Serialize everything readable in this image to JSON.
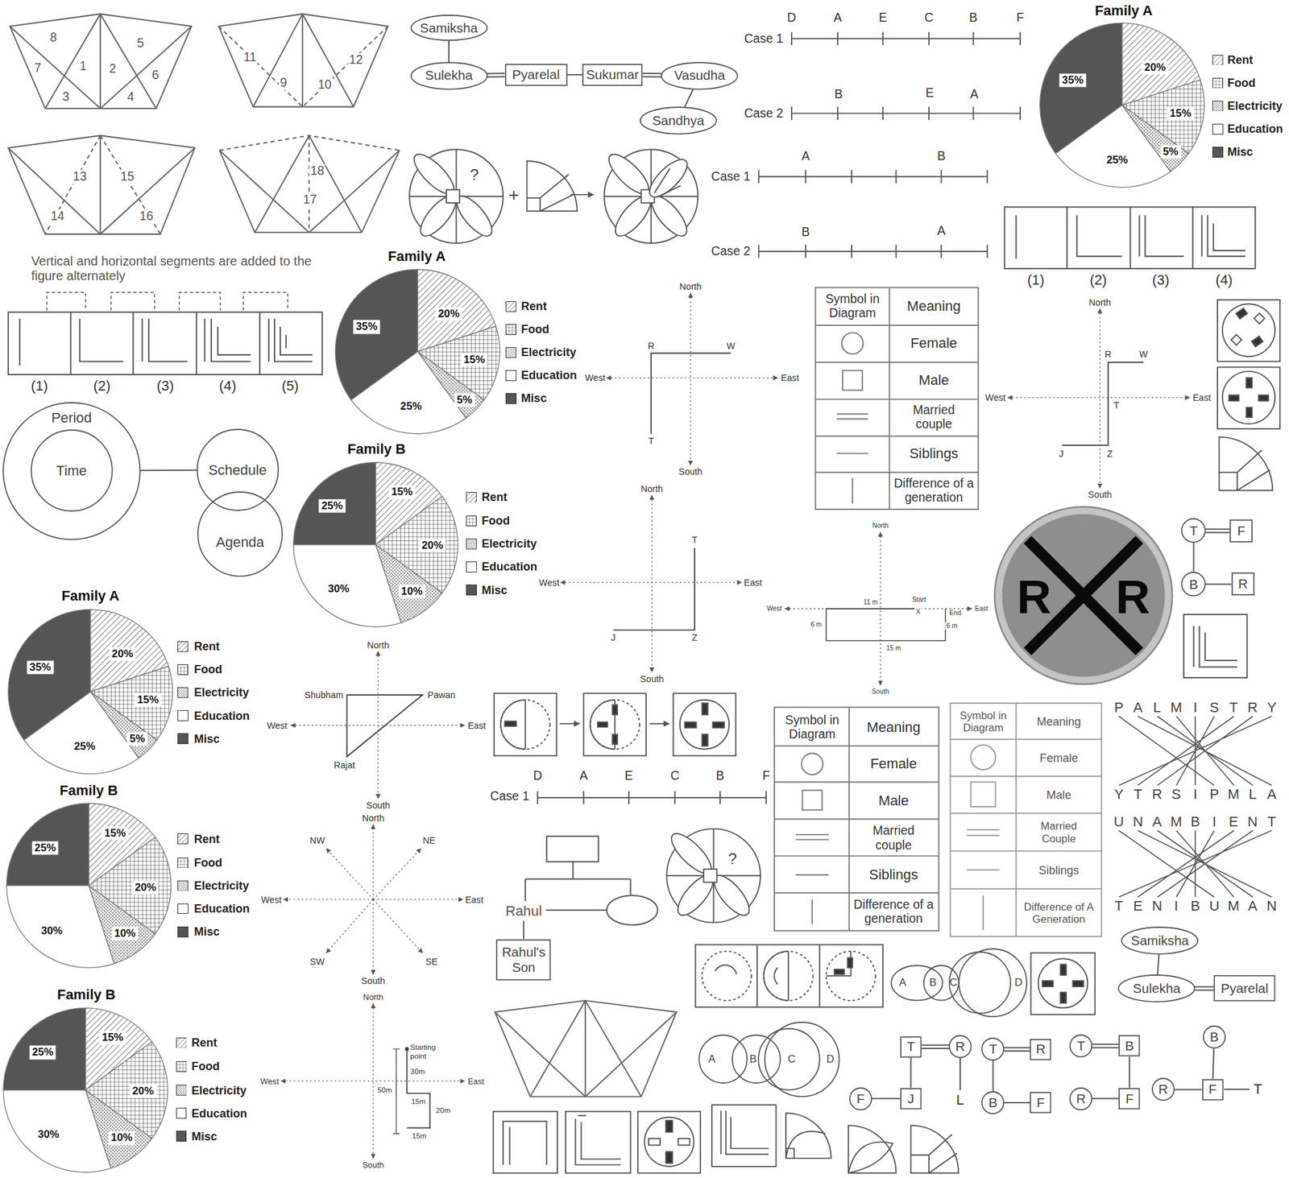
{
  "diagram": {
    "nodes": [
      {
        "text": [
          "Samiksha"
        ]
      },
      {
        "text": [
          "Sulekha"
        ]
      },
      {
        "text": [
          "Pyarelal"
        ]
      },
      {
        "text": [
          "Sukumar"
        ]
      },
      {
        "text": [
          "Vasudha"
        ]
      },
      {
        "text": [
          "Sandhya"
        ]
      },
      {
        "text": [
          "Period"
        ]
      },
      {
        "text": [
          "Time"
        ],
        "in": 6
      },
      {
        "text": [
          "Schedule"
        ]
      },
      {
        "text": [
          "Agenda"
        ]
      },
      {
        "text": [
          "T"
        ]
      },
      {
        "text": [
          "F"
        ]
      },
      {
        "text": [
          "B"
        ]
      },
      {
        "text": [
          "R"
        ]
      },
      {
        "text": [
          "Rahul's Son"
        ]
      },
      {
        "text": [
          "A"
        ]
      },
      {
        "text": [
          "B"
        ]
      },
      {
        "text": [
          "C"
        ]
      },
      {
        "text": [
          "D"
        ]
      },
      {
        "text": [
          "A"
        ]
      },
      {
        "text": [
          "B"
        ]
      },
      {
        "text": [
          "C"
        ]
      },
      {
        "text": [
          "D"
        ]
      },
      {
        "text": [
          "T"
        ]
      },
      {
        "text": [
          "R"
        ]
      },
      {
        "text": [
          "F"
        ]
      },
      {
        "text": [
          "J"
        ]
      },
      {
        "text": [
          "T"
        ]
      },
      {
        "text": [
          "R"
        ]
      },
      {
        "text": [
          "B"
        ]
      },
      {
        "text": [
          "F"
        ]
      },
      {
        "text": [
          "T"
        ]
      },
      {
        "text": [
          "B"
        ]
      },
      {
        "text": [
          "R"
        ]
      },
      {
        "text": [
          "F"
        ]
      },
      {
        "text": [
          "B"
        ]
      },
      {
        "text": [
          "R"
        ]
      },
      {
        "text": [
          "F"
        ]
      },
      {
        "text": [
          "Samiksha"
        ]
      },
      {
        "text": [
          "Sulekha"
        ]
      },
      {
        "text": [
          "Pyarelal"
        ]
      }
    ],
    "edges": [
      {
        "from": 0,
        "to": 1,
        "arrow": "none"
      },
      {
        "from": 1,
        "to": 2,
        "arrow": "none"
      },
      {
        "from": 2,
        "to": 3,
        "arrow": "none"
      },
      {
        "from": 3,
        "to": 4,
        "arrow": "none"
      },
      {
        "from": 4,
        "to": 5,
        "arrow": "none"
      },
      {
        "from": 6,
        "to": 8,
        "arrow": "none"
      },
      {
        "from": 10,
        "to": 11,
        "arrow": "none"
      },
      {
        "from": 10,
        "to": 12,
        "arrow": "none"
      },
      {
        "from": 12,
        "to": 13,
        "arrow": "none"
      },
      {
        "from": 23,
        "to": 24,
        "arrow": "none"
      },
      {
        "from": 23,
        "to": 26,
        "arrow": "none"
      },
      {
        "from": 25,
        "to": 26,
        "arrow": "none"
      },
      {
        "from": 27,
        "to": 28,
        "arrow": "none"
      },
      {
        "from": 27,
        "to": 29,
        "arrow": "none"
      },
      {
        "from": 29,
        "to": 30,
        "arrow": "none"
      },
      {
        "from": 31,
        "to": 32,
        "arrow": "none"
      },
      {
        "from": 32,
        "to": 34,
        "arrow": "none"
      },
      {
        "from": 33,
        "to": 34,
        "arrow": "none"
      },
      {
        "from": 35,
        "to": 37,
        "arrow": "none"
      },
      {
        "from": 36,
        "to": 37,
        "arrow": "none"
      },
      {
        "from": 38,
        "to": 39,
        "arrow": "none"
      },
      {
        "from": 39,
        "to": 40,
        "arrow": "none"
      }
    ],
    "labels": [
      "8",
      "7",
      "1",
      "2",
      "3",
      "4",
      "5",
      "6",
      "11",
      "9",
      "10",
      "12",
      "13",
      "15",
      "14",
      "16",
      "18",
      "17",
      "?",
      "+",
      "Case 1",
      "D",
      "A",
      "E",
      "C",
      "B",
      "F",
      "Case 2",
      "B",
      "E",
      "A",
      "Case 1",
      "A",
      "B",
      "Case 2",
      "B",
      "A",
      "Family A",
      "20%",
      "15%",
      "5%",
      "25%",
      "35%",
      "(1)",
      "(2)",
      "(3)",
      "(4)",
      "Vertical and horizontal segments are added to the figure alternately",
      "(1)",
      "(2)",
      "(3)",
      "(4)",
      "(5)",
      "Family A",
      "20%",
      "15%",
      "5%",
      "25%",
      "35%",
      "Family B",
      "15%",
      "20%",
      "10%",
      "30%",
      "25%",
      "North",
      "South",
      "West",
      "East",
      "R",
      "W",
      "T",
      "North",
      "South",
      "West",
      "East",
      "T",
      "J",
      "Z",
      "North",
      "South",
      "West",
      "East",
      "R",
      "W",
      "T",
      "J",
      "Z",
      "North",
      "South",
      "West",
      "East",
      "11 m",
      "Start",
      "X",
      "End",
      "6 m",
      "6 m",
      "15 m",
      "Symbol in Diagram",
      "Meaning",
      "Female",
      "Male",
      "Married couple",
      "Siblings",
      "Difference of a generation",
      "R",
      "R",
      "Family A",
      "20%",
      "15%",
      "5%",
      "25%",
      "35%",
      "Family B",
      "15%",
      "20%",
      "10%",
      "30%",
      "25%",
      "Family B",
      "15%",
      "20%",
      "10%",
      "30%",
      "25%",
      "North",
      "South",
      "West",
      "East",
      "Shubham",
      "Pawan",
      "Rajat",
      "North",
      "South",
      "West",
      "East",
      "NW",
      "NE",
      "SW",
      "SE",
      "North",
      "South",
      "West",
      "East",
      "Starting point",
      "30m",
      "50m",
      "15m",
      "20m",
      "15m",
      "Case 1",
      "D",
      "A",
      "E",
      "C",
      "B",
      "F",
      "Rahul",
      "?",
      "Symbol in Diagram",
      "Meaning",
      "Female",
      "Male",
      "Married couple",
      "Siblings",
      "Difference of a generation",
      "Symbol in Diagram",
      "Meaning",
      "Female",
      "Male",
      "Married Couple",
      "Siblings",
      "Difference of A Generation",
      "P",
      "A",
      "L",
      "M",
      "I",
      "S",
      "T",
      "R",
      "Y",
      "Y",
      "T",
      "R",
      "S",
      "I",
      "P",
      "M",
      "L",
      "A",
      "U",
      "N",
      "A",
      "M",
      "B",
      "I",
      "E",
      "N",
      "T",
      "T",
      "E",
      "N",
      "I",
      "B",
      "U",
      "M",
      "A",
      "N",
      "L",
      "T"
    ],
    "legend": [
      {
        "text": "Rent"
      },
      {
        "text": "Food"
      },
      {
        "text": "Electricity"
      },
      {
        "text": "Education",
        "color": "#ffffff"
      },
      {
        "text": "Misc",
        "color": "#555555"
      },
      {
        "text": "Rent"
      },
      {
        "text": "Food"
      },
      {
        "text": "Electricity"
      },
      {
        "text": "Education",
        "color": "#ffffff"
      },
      {
        "text": "Misc",
        "color": "#555555"
      },
      {
        "text": "Rent"
      },
      {
        "text": "Food"
      },
      {
        "text": "Electricity"
      },
      {
        "text": "Education",
        "color": "#ffffff"
      },
      {
        "text": "Misc",
        "color": "#555555"
      },
      {
        "text": "Rent"
      },
      {
        "text": "Food"
      },
      {
        "text": "Electricity"
      },
      {
        "text": "Education",
        "color": "#ffffff"
      },
      {
        "text": "Misc",
        "color": "#555555"
      },
      {
        "text": "Rent"
      },
      {
        "text": "Food"
      },
      {
        "text": "Electricity"
      },
      {
        "text": "Education",
        "color": "#ffffff"
      },
      {
        "text": "Misc",
        "color": "#555555"
      },
      {
        "text": "Rent"
      },
      {
        "text": "Food"
      },
      {
        "text": "Electricity"
      },
      {
        "text": "Education",
        "color": "#ffffff"
      },
      {
        "text": "Misc",
        "color": "#555555"
      }
    ]
  }
}
